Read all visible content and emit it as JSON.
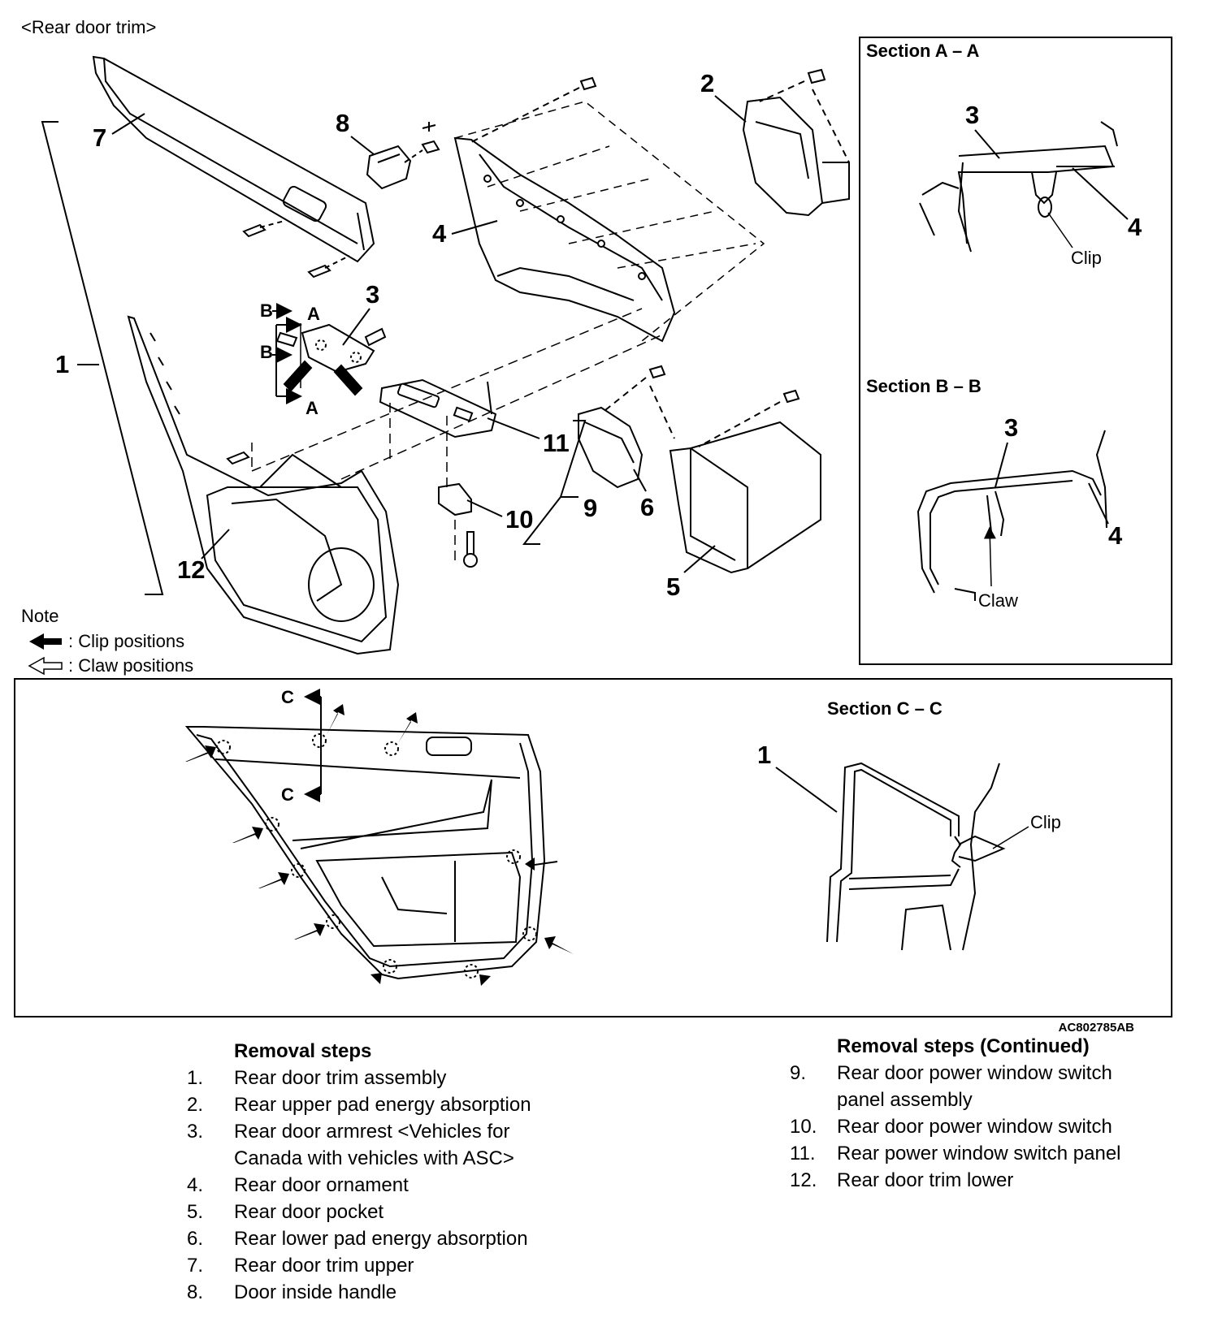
{
  "diagram": {
    "title": "<Rear door trim>",
    "code": "AC802785AB",
    "callouts": [
      "1",
      "2",
      "3",
      "4",
      "5",
      "6",
      "7",
      "8",
      "9",
      "10",
      "11",
      "12"
    ],
    "section_marks": {
      "a": "A",
      "b": "B",
      "c": "C"
    },
    "note": {
      "heading": "Note",
      "clip": ": Clip positions",
      "claw": ": Claw positions"
    },
    "sections": {
      "aa": {
        "title": "Section A – A",
        "part_a": "3",
        "part_b": "4",
        "label": "Clip"
      },
      "bb": {
        "title": "Section B – B",
        "part_a": "3",
        "part_b": "4",
        "label": "Claw"
      },
      "cc": {
        "title": "Section C – C",
        "part_a": "1",
        "label": "Clip"
      }
    }
  },
  "removal_steps": {
    "heading": "Removal steps",
    "heading_continued": "Removal steps (Continued)",
    "steps": [
      {
        "num": "1.",
        "text": "Rear door trim assembly"
      },
      {
        "num": "2.",
        "text": "Rear upper pad energy absorption"
      },
      {
        "num": "3.",
        "text": "Rear door armrest <Vehicles for",
        "text2": "Canada with vehicles with ASC>"
      },
      {
        "num": "4.",
        "text": "Rear door ornament"
      },
      {
        "num": "5.",
        "text": "Rear door pocket"
      },
      {
        "num": "6.",
        "text": "Rear lower pad energy absorption"
      },
      {
        "num": "7.",
        "text": "Rear door trim upper"
      },
      {
        "num": "8.",
        "text": "Door inside handle"
      },
      {
        "num": "9.",
        "text": "Rear door power window switch",
        "text2": "panel assembly"
      },
      {
        "num": "10.",
        "text": "Rear door power window switch"
      },
      {
        "num": "11.",
        "text": "Rear power window switch panel"
      },
      {
        "num": "12.",
        "text": "Rear door trim lower"
      }
    ]
  }
}
